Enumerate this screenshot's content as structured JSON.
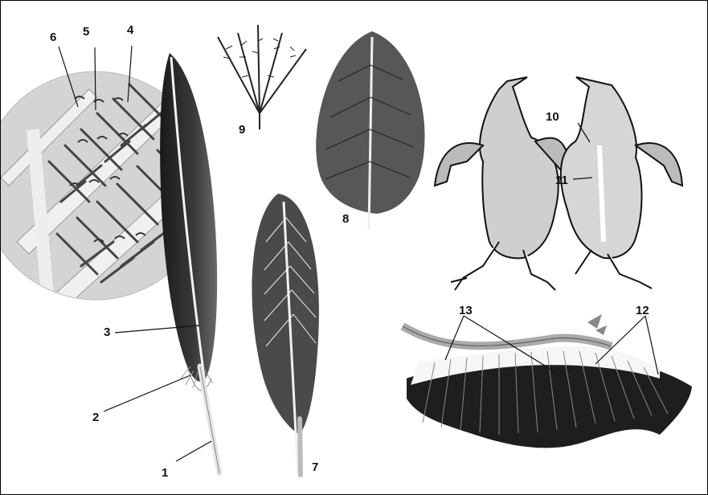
{
  "labels": [
    "1",
    "2",
    "3",
    "4",
    "5",
    "6",
    "7",
    "8",
    "9",
    "10",
    "11",
    "12",
    "13"
  ],
  "colors": {
    "ink": "#111111",
    "feather_dark": "#2b2b2b",
    "feather_mid": "#555555",
    "lens_bg": "#d6d6d6",
    "shaft": "#f2f2f2",
    "wing_tip": "#1e1e1e"
  }
}
